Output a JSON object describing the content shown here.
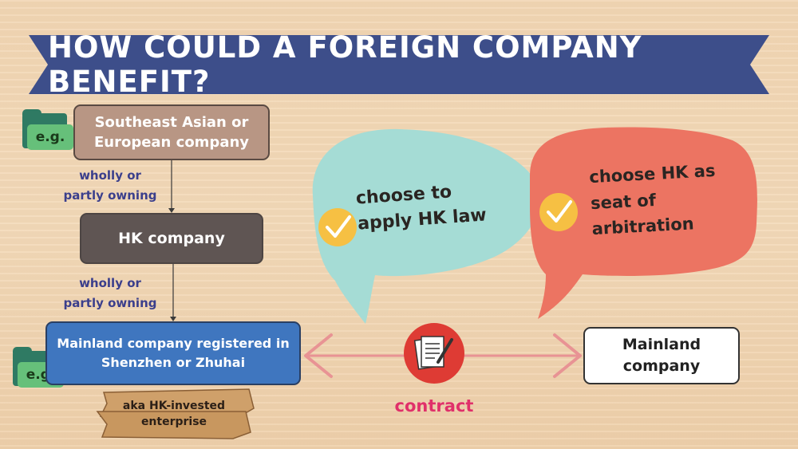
{
  "title": "How could a foreign company benefit?",
  "eg_label": "e.g.",
  "nodes": {
    "foreign_company": "Southeast Asian or European company",
    "hk_company": "HK company",
    "mainland_registered": "Mainland company registered in Shenzhen or Zhuhai",
    "mainland_company": "Mainland company"
  },
  "ownership_label_1": [
    "wholly or",
    "partly owning"
  ],
  "ownership_label_2": [
    "wholly or",
    "partly owning"
  ],
  "aka_label": [
    "aka HK-invested",
    "enterprise"
  ],
  "bubbles": {
    "left": [
      "choose to",
      "apply HK law"
    ],
    "right": [
      "choose HK as",
      "seat of",
      "arbitration"
    ]
  },
  "contract_label": "contract",
  "colors": {
    "banner": "#3d4e8a",
    "foreign_box": "#b89684",
    "hk_box": "#5f5553",
    "mainland_box": "#3f76bf",
    "bubble_left": "#a5dcd5",
    "bubble_right": "#ec7462",
    "check_circle": "#f6c043",
    "contract_circle": "#de3b34",
    "arrow": "#e89394",
    "contract_text": "#e0306a",
    "eg_badge": "#66c07a"
  },
  "icons": {
    "check": "checkmark-icon",
    "contract": "document-pen-icon",
    "folder": "folder-icon"
  }
}
